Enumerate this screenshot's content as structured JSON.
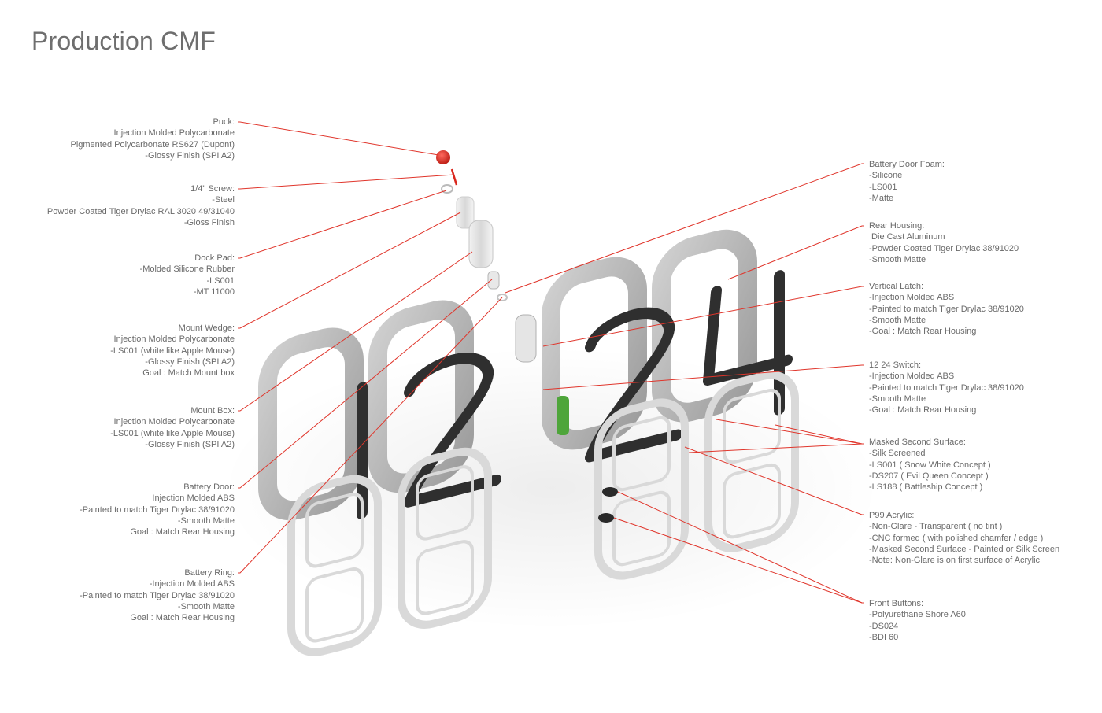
{
  "title": "Production CMF",
  "colors": {
    "leader": "#e0352b",
    "puck": "#d9261c",
    "switch": "#4ea53a",
    "housing": "#bdbdbd",
    "digits_dark": "#2f2f2f",
    "text": "#6a6a6a"
  },
  "left_callouts": [
    {
      "label": "Puck:",
      "lines": [
        "Injection Molded Polycarbonate",
        "Pigmented Polycarbonate RS627 (Dupont)",
        "-Glossy Finish (SPI A2)"
      ]
    },
    {
      "label": "1/4\" Screw:",
      "lines": [
        "-Steel",
        "Powder Coated Tiger Drylac RAL 3020 49/31040",
        "-Gloss Finish"
      ]
    },
    {
      "label": "Dock Pad:",
      "lines": [
        "-Molded Silicone Rubber",
        "-LS001",
        "-MT 11000"
      ]
    },
    {
      "label": "Mount Wedge:",
      "lines": [
        "Injection Molded Polycarbonate",
        "-LS001 (white like Apple Mouse)",
        "-Glossy Finish (SPI A2)",
        "Goal : Match Mount box"
      ]
    },
    {
      "label": "Mount Box:",
      "lines": [
        "Injection Molded Polycarbonate",
        "-LS001 (white like Apple Mouse)",
        "-Glossy Finish (SPI A2)"
      ]
    },
    {
      "label": "Battery Door:",
      "lines": [
        "Injection Molded ABS",
        "-Painted to match Tiger Drylac 38/91020",
        "-Smooth Matte",
        "Goal : Match Rear Housing"
      ]
    },
    {
      "label": "Battery Ring:",
      "lines": [
        "-Injection Molded ABS",
        "-Painted to match Tiger Drylac 38/91020",
        "-Smooth Matte",
        "Goal : Match Rear Housing"
      ]
    }
  ],
  "right_callouts": [
    {
      "label": "Battery Door Foam:",
      "lines": [
        "-Silicone",
        "-LS001",
        "-Matte"
      ]
    },
    {
      "label": "Rear Housing:",
      "lines": [
        " Die Cast Aluminum",
        "-Powder Coated Tiger Drylac 38/91020",
        "-Smooth Matte"
      ]
    },
    {
      "label": "Vertical Latch:",
      "lines": [
        "-Injection Molded ABS",
        "-Painted to match Tiger Drylac 38/91020",
        "-Smooth Matte",
        "-Goal : Match Rear Housing"
      ]
    },
    {
      "label": "12 24 Switch:",
      "lines": [
        "-Injection Molded ABS",
        "-Painted to match Tiger Drylac 38/91020",
        "-Smooth Matte",
        "-Goal : Match Rear Housing"
      ]
    },
    {
      "label": "Masked Second Surface:",
      "lines": [
        "-Silk Screened",
        "-LS001 ( Snow White Concept )",
        "-DS207 ( Evil Queen Concept )",
        "-LS188 ( Battleship Concept )"
      ]
    },
    {
      "label": "P99 Acrylic:",
      "lines": [
        "-Non-Glare - Transparent ( no tint )",
        "-CNC formed ( with polished chamfer / edge )",
        "-Masked Second Surface - Painted or Silk Screen",
        "-Note:  Non-Glare is on first surface of Acrylic"
      ]
    },
    {
      "label": "Front Buttons:",
      "lines": [
        "-Polyurethane Shore A60",
        "-DS024",
        "-BDI 60"
      ]
    }
  ]
}
